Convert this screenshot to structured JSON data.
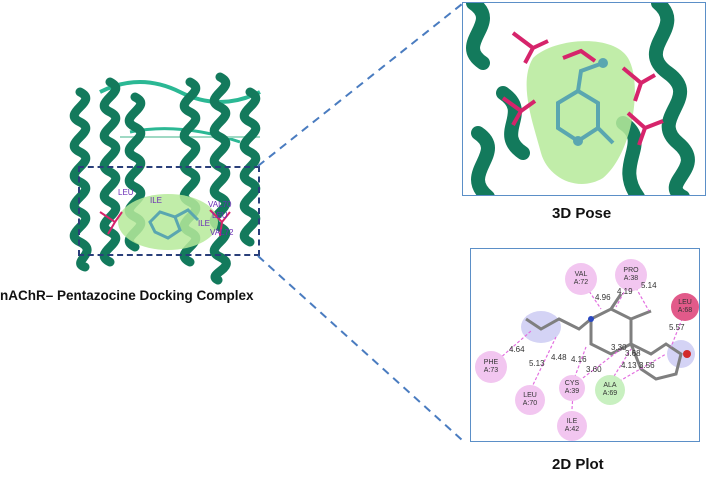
{
  "complex_caption": "nAChR– Pentazocine Docking Complex",
  "pose_caption": "3D Pose",
  "plot_caption": "2D Plot",
  "binding_site_labels": [
    "LEU",
    "ILE",
    "VAL70",
    "LEU",
    "ILE",
    "VAL72"
  ],
  "residues": [
    {
      "name": "VAL",
      "chain": "A:72"
    },
    {
      "name": "PRO",
      "chain": "A:38"
    },
    {
      "name": "LEU",
      "chain": "A:68"
    },
    {
      "name": "PHE",
      "chain": "A:73"
    },
    {
      "name": "LEU",
      "chain": "A:70"
    },
    {
      "name": "CYS",
      "chain": "A:39"
    },
    {
      "name": "ALA",
      "chain": "A:69"
    },
    {
      "name": "ILE",
      "chain": "A:42"
    }
  ],
  "distances": [
    "4.96",
    "4.19",
    "5.14",
    "5.57",
    "4.64",
    "5.13",
    "4.48",
    "4.16",
    "3.60",
    "3.30",
    "3.68",
    "4.13",
    "3.56"
  ],
  "colors": {
    "helix": "#137a5c",
    "helix_light": "#2bb894",
    "pocket": "#b6ea9a",
    "ligand": "#5aa6b0",
    "residue_sticks": "#d6246b",
    "dash_line": "#4a7cc0",
    "pink_residue": "#f2c6f0",
    "green_residue": "#c8f0c0",
    "panel_border": "#5b8fc7"
  }
}
